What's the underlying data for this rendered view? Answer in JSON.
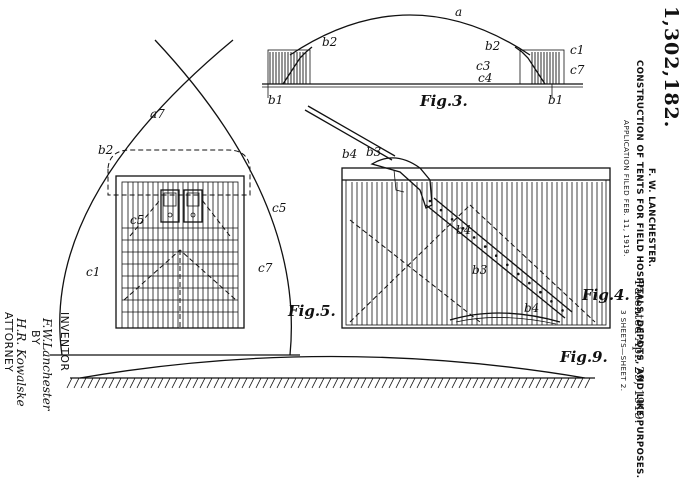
{
  "patent": {
    "number": "1,302,182.",
    "inventor": "F. W. LANCHESTER.",
    "title": "CONSTRUCTION OF TENTS FOR FIELD HOSPITALS, DEPOTS, AND LIKE PURPOSES.",
    "application": "APPLICATION FILED FEB. 11, 1919.",
    "patented": "Patented Apr. 29, 1919.",
    "sheets": "3 SHEETS—SHEET 2."
  },
  "signature": {
    "inventor_label": "INVENTOR",
    "inventor_sig": "F.W.Lanchester",
    "by": "BY",
    "attorney_sig": "H.R. Kowalske",
    "attorney_label": "ATTORNEY"
  },
  "figures": {
    "fig3": "Fig.3.",
    "fig4": "Fig.4.",
    "fig5": "Fig.5.",
    "fig9": "Fig.9."
  },
  "labels": {
    "a": "a",
    "a7": "a7",
    "b1_left": "b1",
    "b1_right": "b1",
    "b2_fig3_left": "b2",
    "b2_fig3_right": "b2",
    "c1_fig3": "c1",
    "c3_fig3": "c3",
    "c4_fig3": "c4",
    "c7_fig3": "c7",
    "b2_fig5": "b2",
    "c5_left": "c5",
    "c5_right": "c5",
    "c1_fig5": "c1",
    "c7_fig5": "c7",
    "b4_fig4_top": "b4",
    "b3_fig4_top": "b3",
    "b4_fig4_mid": "b4",
    "b3_fig4_mid": "b3",
    "b4_fig4_low": "b4"
  }
}
